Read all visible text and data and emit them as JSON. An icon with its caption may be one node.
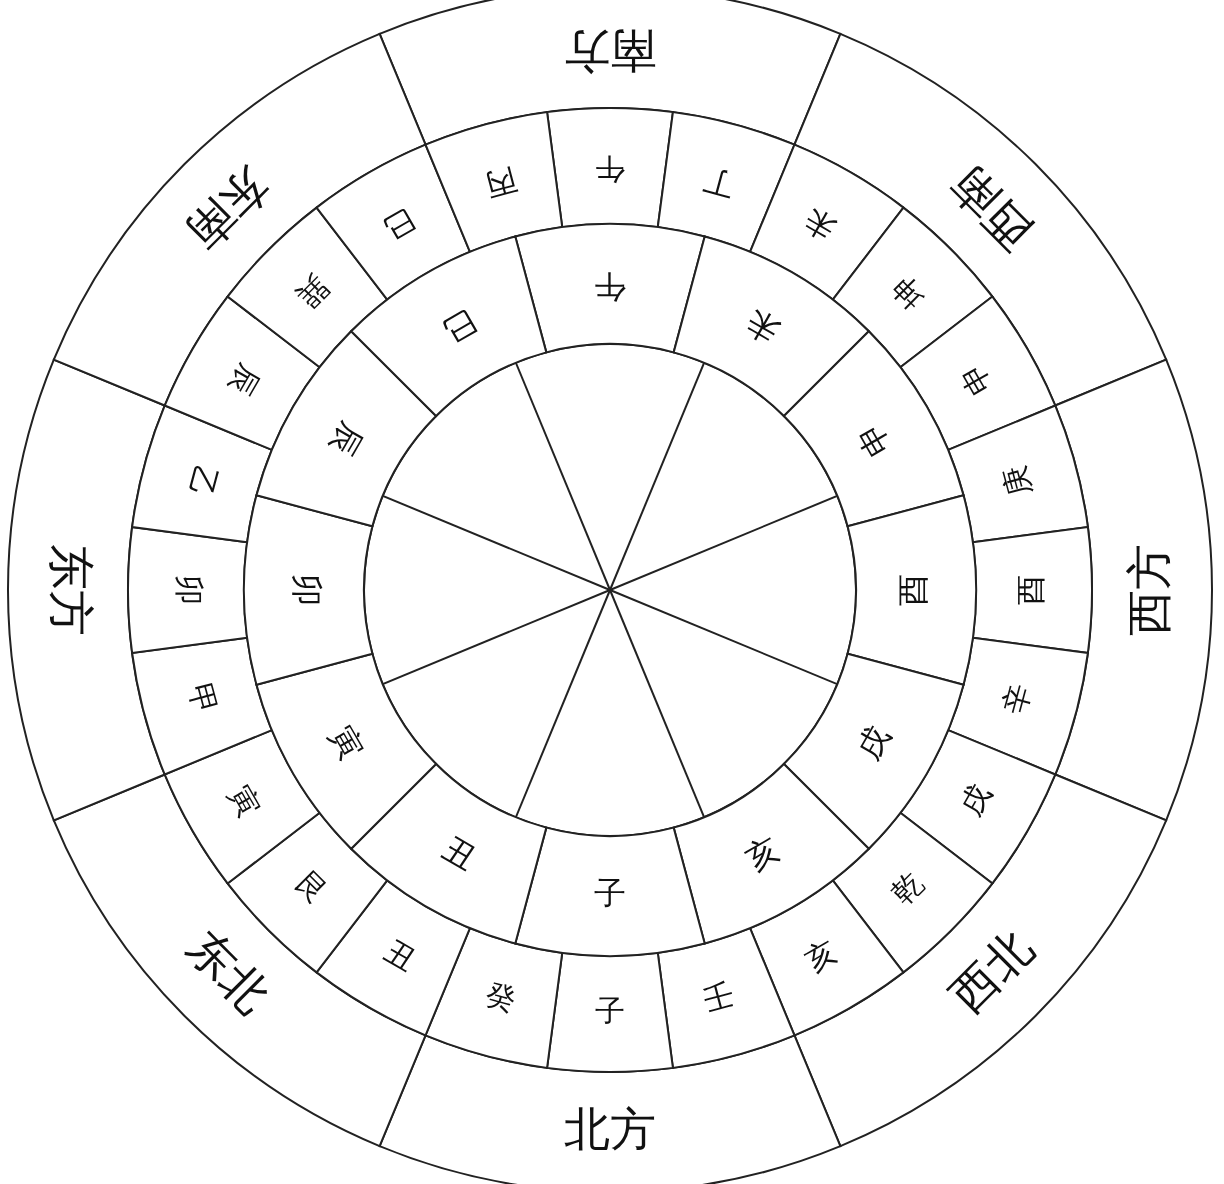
{
  "diagram": {
    "nodes": [
      {
        "text": [
          "南方"
        ]
      },
      {
        "text": [
          "西南"
        ]
      },
      {
        "text": [
          "西方"
        ]
      },
      {
        "text": [
          "西北"
        ]
      },
      {
        "text": [
          "北方"
        ]
      },
      {
        "text": [
          "东北"
        ]
      },
      {
        "text": [
          "东方"
        ]
      },
      {
        "text": [
          "东南"
        ]
      },
      {
        "text": [
          "午"
        ]
      },
      {
        "text": [
          "丁"
        ]
      },
      {
        "text": [
          "未"
        ]
      },
      {
        "text": [
          "坤"
        ]
      },
      {
        "text": [
          "申"
        ]
      },
      {
        "text": [
          "庚"
        ]
      },
      {
        "text": [
          "酉"
        ]
      },
      {
        "text": [
          "辛"
        ]
      },
      {
        "text": [
          "戌"
        ]
      },
      {
        "text": [
          "乾"
        ]
      },
      {
        "text": [
          "亥"
        ]
      },
      {
        "text": [
          "壬"
        ]
      },
      {
        "text": [
          "子"
        ]
      },
      {
        "text": [
          "癸"
        ]
      },
      {
        "text": [
          "丑"
        ]
      },
      {
        "text": [
          "艮"
        ]
      },
      {
        "text": [
          "寅"
        ]
      },
      {
        "text": [
          "甲"
        ]
      },
      {
        "text": [
          "卯"
        ]
      },
      {
        "text": [
          "乙"
        ]
      },
      {
        "text": [
          "辰"
        ]
      },
      {
        "text": [
          "巽"
        ]
      },
      {
        "text": [
          "巳"
        ]
      },
      {
        "text": [
          "丙"
        ]
      },
      {
        "text": [
          "午"
        ]
      },
      {
        "text": [
          "未"
        ]
      },
      {
        "text": [
          "申"
        ]
      },
      {
        "text": [
          "酉"
        ]
      },
      {
        "text": [
          "戌"
        ]
      },
      {
        "text": [
          "亥"
        ]
      },
      {
        "text": [
          "子"
        ]
      },
      {
        "text": [
          "丑"
        ]
      },
      {
        "text": [
          "寅"
        ]
      },
      {
        "text": [
          "卯"
        ]
      },
      {
        "text": [
          "辰"
        ]
      },
      {
        "text": [
          "巳"
        ]
      }
    ]
  }
}
